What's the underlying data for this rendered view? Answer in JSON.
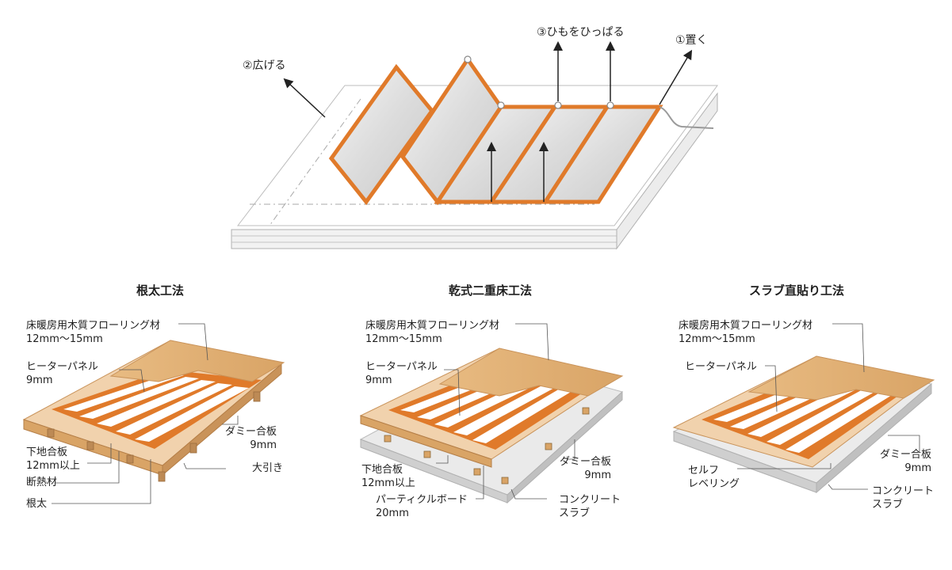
{
  "top": {
    "step_place": "①置く",
    "step_spread": "②広げる",
    "step_pull": "③ひもをひっぱる"
  },
  "panels": [
    {
      "title": "根太工法",
      "labels": {
        "flooring": "床暖房用木質フローリング材\n12mm～15mm",
        "heater": "ヒーターパネル\n9mm",
        "dummy": "ダミー合板\n9mm",
        "subfloor": "下地合板\n12mm以上",
        "beam": "大引き",
        "insulation": "断熱材",
        "joist": "根太"
      }
    },
    {
      "title": "乾式二重床工法",
      "labels": {
        "flooring": "床暖房用木質フローリング材\n12mm～15mm",
        "heater": "ヒーターパネル\n9mm",
        "dummy": "ダミー合板\n9mm",
        "subfloor": "下地合板\n12mm以上",
        "particle": "パーティクルボード\n20mm",
        "concrete": "コンクリート\nスラブ"
      }
    },
    {
      "title": "スラブ直貼り工法",
      "labels": {
        "flooring": "床暖房用木質フローリング材\n12mm～15mm",
        "heater": "ヒーターパネル",
        "dummy": "ダミー合板\n9mm",
        "leveling": "セルフ\nレベリング",
        "concrete": "コンクリート\nスラブ"
      }
    }
  ],
  "colors": {
    "wood": "#e3b172",
    "wood_dark": "#c9935a",
    "heater_orange": "#e07a2a",
    "panel_silver": "#e6e6e6",
    "concrete": "#e7e7e7",
    "line": "#555555"
  }
}
